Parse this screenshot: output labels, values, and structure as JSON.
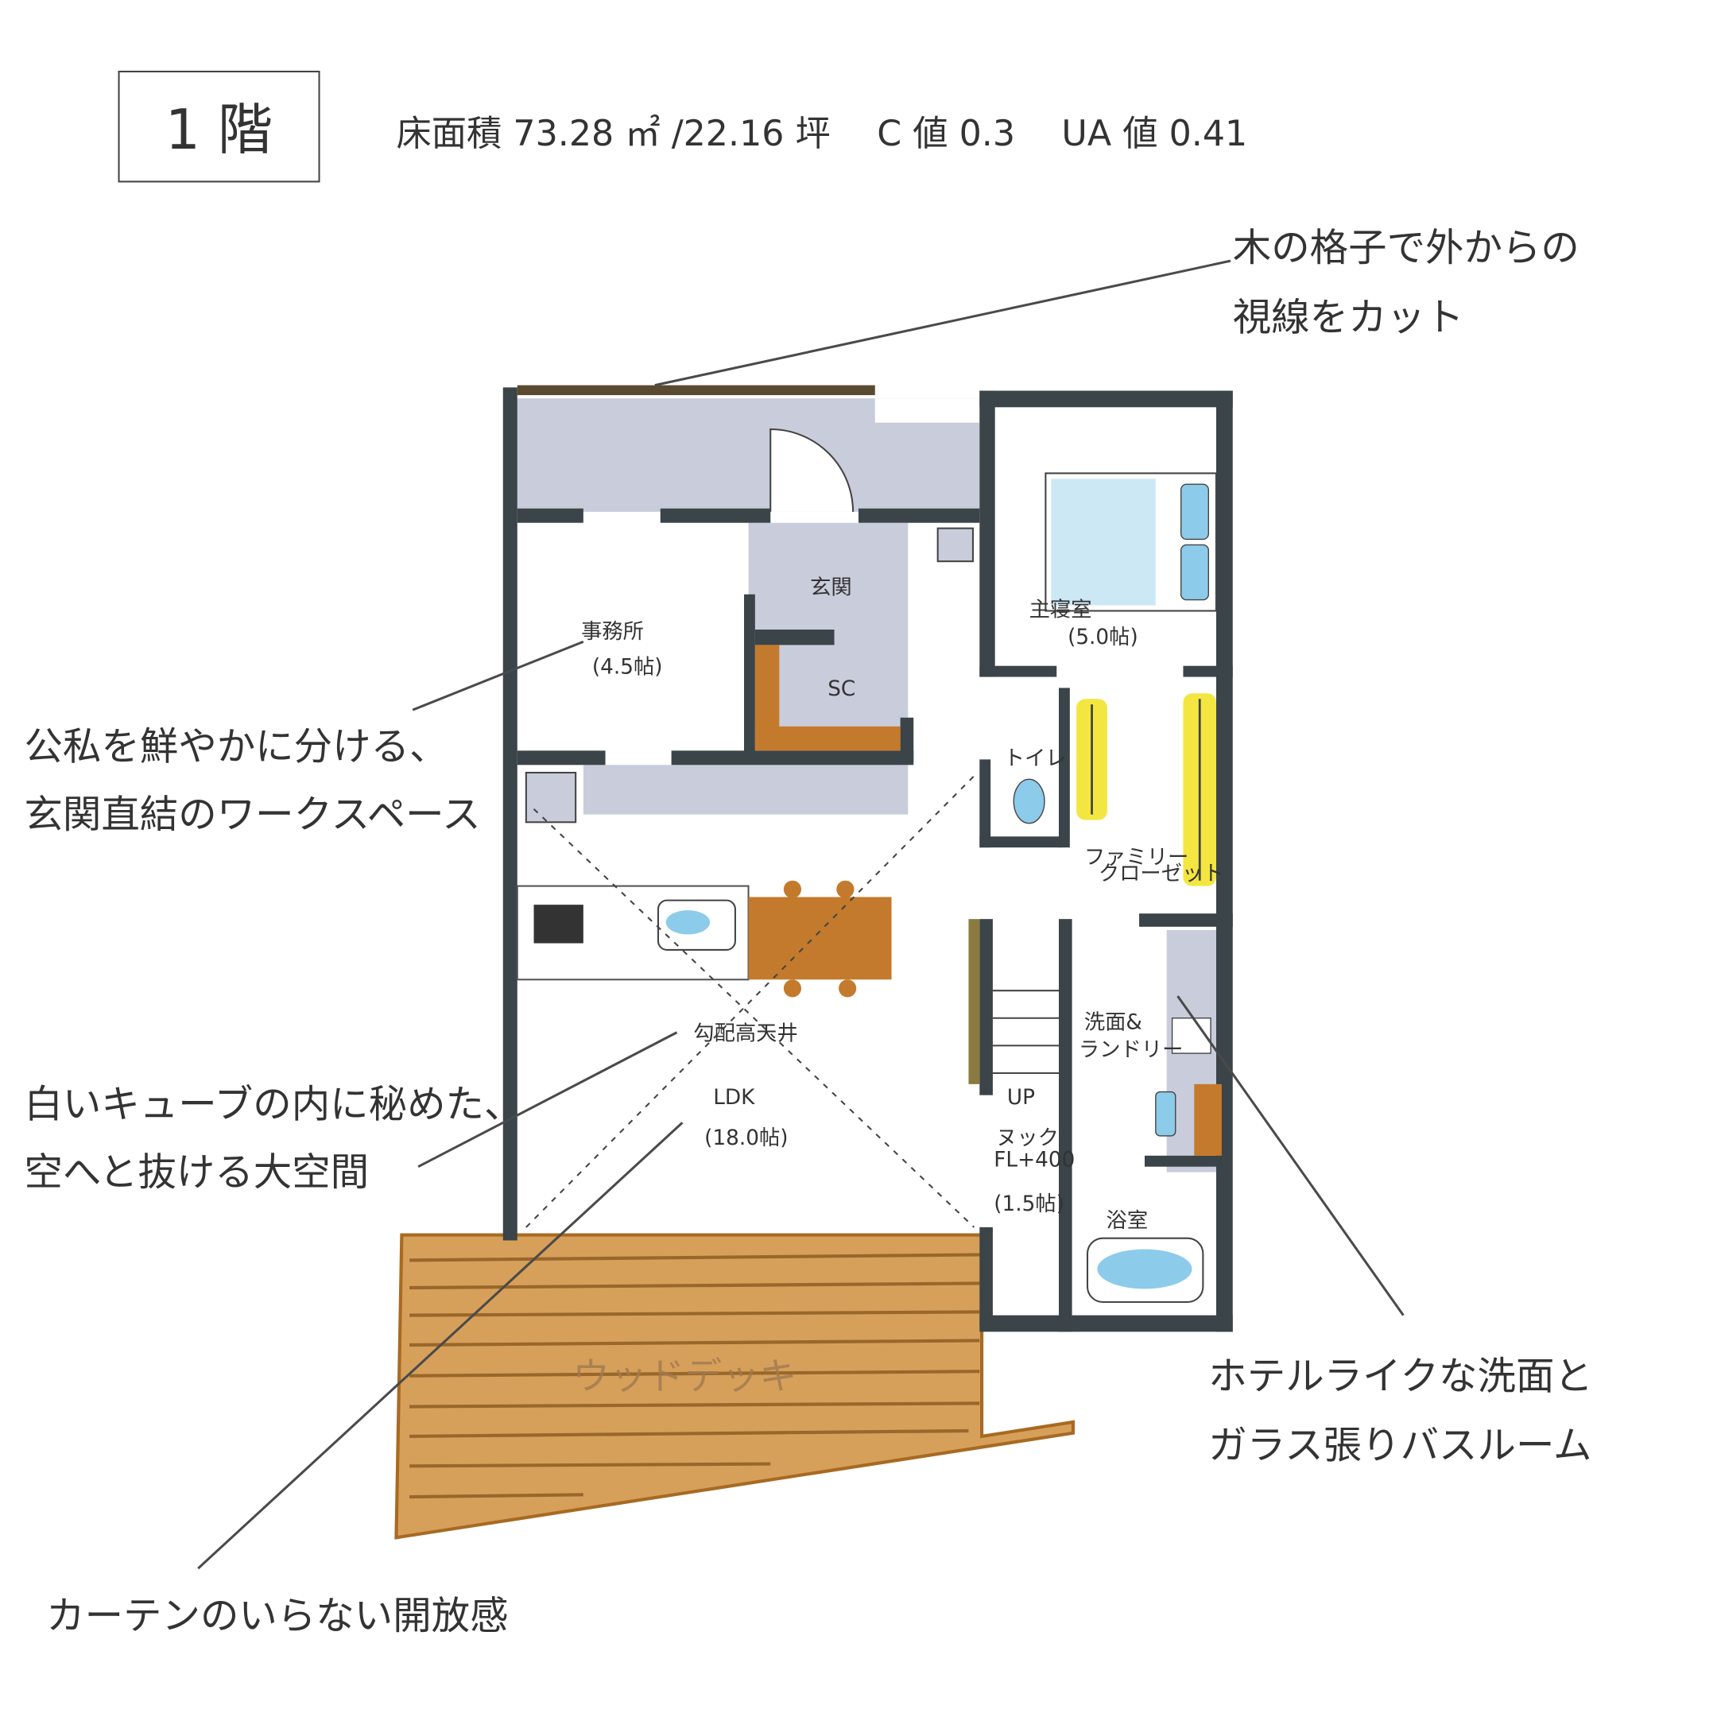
{
  "header": {
    "floor_label": "1 階",
    "specs": "床面積 73.28 ㎡ /22.16 坪　 C 値 0.3　 UA 値 0.41"
  },
  "annotations": {
    "lattice": [
      "木の格子で外からの",
      "視線をカット"
    ],
    "workspace": [
      "公私を鮮やかに分ける、",
      "玄関直結のワークスペース"
    ],
    "cube": [
      "白いキューブの内に秘めた、",
      "空へと抜ける大空間"
    ],
    "curtain": [
      "カーテンのいらない開放感"
    ],
    "bath": [
      "ホテルライクな洗面と",
      "ガラス張りバスルーム"
    ]
  },
  "rooms": {
    "office": [
      "事務所",
      "(4.5帖)"
    ],
    "entrance": "玄関",
    "shoe_closet": "SC",
    "master_bedroom": [
      "主寝室",
      "(5.0帖)"
    ],
    "toilet": "トイレ",
    "family_closet": [
      "ファミリー",
      "クローゼット"
    ],
    "ceiling": "勾配高天井",
    "ldk": [
      "LDK",
      "(18.0帖)"
    ],
    "washroom": [
      "洗面&",
      "ランドリー"
    ],
    "nook": [
      "ヌック",
      "FL+400",
      "(1.5帖)"
    ],
    "stairs_up": "UP",
    "bathroom": "浴室",
    "deck": "ウッドデッキ"
  },
  "colors": {
    "wall": "#3b4448",
    "floor_gray": "#c9ccdb",
    "wood": "#c47a2c",
    "water": "#8ccbea",
    "closet": "#f3e640"
  }
}
